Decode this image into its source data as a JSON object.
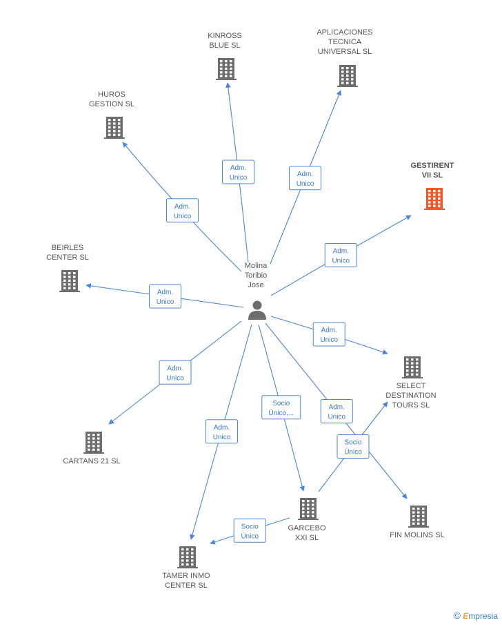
{
  "center": {
    "id": "person",
    "lines": [
      "Molina",
      "Toribio",
      "Jose"
    ]
  },
  "nodes": [
    {
      "id": "kinross",
      "lines": [
        "KINROSS",
        "BLUE SL"
      ]
    },
    {
      "id": "aplicaciones",
      "lines": [
        "APLICACIONES",
        "TECNICA",
        "UNIVERSAL SL"
      ]
    },
    {
      "id": "huros",
      "lines": [
        "HUROS",
        "GESTION SL"
      ]
    },
    {
      "id": "gestirent",
      "lines": [
        "GESTIRENT",
        "VII SL"
      ],
      "highlight": true
    },
    {
      "id": "beirles",
      "lines": [
        "BEIRLES",
        "CENTER SL"
      ]
    },
    {
      "id": "select",
      "lines": [
        "SELECT",
        "DESTINATION",
        "TOURS SL"
      ]
    },
    {
      "id": "cartans",
      "lines": [
        "CARTANS 21 SL"
      ]
    },
    {
      "id": "garcebo",
      "lines": [
        "GARCEBO",
        "XXI SL"
      ]
    },
    {
      "id": "finmolins",
      "lines": [
        "FIN MOLINS SL"
      ]
    },
    {
      "id": "tamer",
      "lines": [
        "TAMER INMO",
        "CENTER SL"
      ]
    }
  ],
  "edges": [
    {
      "from": "person",
      "to": "kinross",
      "lines": [
        "Adm.",
        "Unico"
      ]
    },
    {
      "from": "person",
      "to": "aplicaciones",
      "lines": [
        "Adm.",
        "Unico"
      ]
    },
    {
      "from": "person",
      "to": "huros",
      "lines": [
        "Adm.",
        "Unico"
      ]
    },
    {
      "from": "person",
      "to": "gestirent",
      "lines": [
        "Adm.",
        "Unico"
      ]
    },
    {
      "from": "person",
      "to": "beirles",
      "lines": [
        "Adm.",
        "Unico"
      ]
    },
    {
      "from": "person",
      "to": "select",
      "lines": [
        "Adm.",
        "Unico"
      ]
    },
    {
      "from": "person",
      "to": "cartans",
      "lines": [
        "Adm.",
        "Unico"
      ]
    },
    {
      "from": "person",
      "to": "garcebo",
      "lines": [
        "Socio",
        "Único,..."
      ]
    },
    {
      "from": "person",
      "to": "finmolins",
      "lines": [
        "Adm.",
        "Unico"
      ]
    },
    {
      "from": "person",
      "to": "tamer",
      "lines": [
        "Adm.",
        "Unico"
      ]
    },
    {
      "from": "garcebo",
      "to": "select",
      "lines": [
        "Socio",
        "Único"
      ]
    },
    {
      "from": "garcebo",
      "to": "tamer",
      "lines": [
        "Socio",
        "Único"
      ]
    }
  ],
  "colors": {
    "edge": "#4a86d8",
    "building": "#6d6d6d",
    "highlight": "#f05a28",
    "person": "#6d6d6d"
  },
  "icons": {
    "company": "building-icon",
    "person": "person-icon"
  },
  "watermark": {
    "symbol": "©",
    "brand_first": "E",
    "brand_rest": "mpresia"
  }
}
